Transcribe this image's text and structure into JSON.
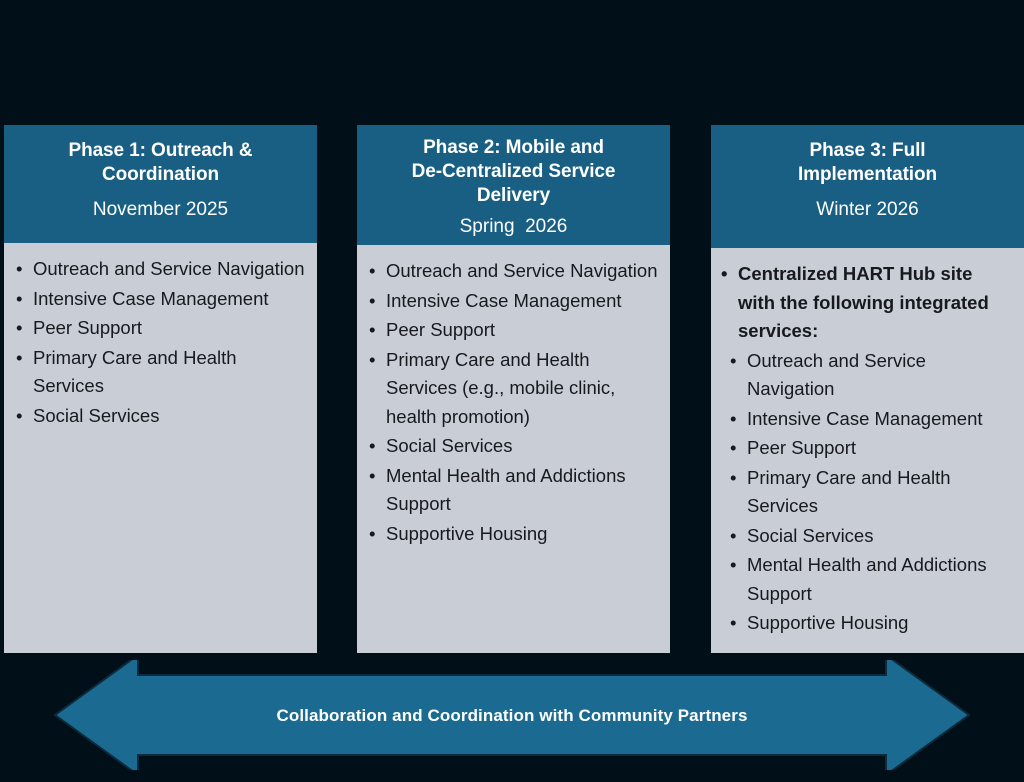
{
  "colors": {
    "background": "#011018",
    "header_blue": "#195F83",
    "card_body": "#C9CED6",
    "arrow_blue": "#1B6A91",
    "text_dark": "#17191D",
    "text_light": "#FFFFFF"
  },
  "phases": [
    {
      "title": "Phase 1: Outreach &\nCoordination",
      "date": "November 2025",
      "items": [
        {
          "text": "Outreach and Service Navigation",
          "bullet": "•",
          "bold": false,
          "nested": false
        },
        {
          "text": "Intensive Case Management",
          "bullet": "•",
          "bold": false,
          "nested": false
        },
        {
          "text": "Peer Support",
          "bullet": "•",
          "bold": false,
          "nested": false
        },
        {
          "text": "Primary Care and Health Services",
          "bullet": "•",
          "bold": false,
          "nested": false
        },
        {
          "text": "Social Services",
          "bullet": "•",
          "bold": false,
          "nested": false
        }
      ]
    },
    {
      "title": "Phase 2: Mobile and\nDe-Centralized Service\nDelivery",
      "date": "Spring  2026",
      "items": [
        {
          "text": "Outreach and Service Navigation",
          "bullet": "•",
          "bold": false,
          "nested": false
        },
        {
          "text": "Intensive Case Management",
          "bullet": "•",
          "bold": false,
          "nested": false
        },
        {
          "text": "Peer Support",
          "bullet": "•",
          "bold": false,
          "nested": false
        },
        {
          "text": "Primary Care and Health Services (e.g., mobile clinic, health promotion)",
          "bullet": "•",
          "bold": false,
          "nested": false
        },
        {
          "text": "Social Services",
          "bullet": "•",
          "bold": false,
          "nested": false
        },
        {
          "text": "Mental Health and Addictions Support",
          "bullet": "•",
          "bold": false,
          "nested": false
        },
        {
          "text": " Supportive Housing",
          "bullet": "•",
          "bold": false,
          "nested": false
        }
      ]
    },
    {
      "title": "Phase 3: Full\nImplementation",
      "date": "Winter 2026",
      "items": [
        {
          "text": "Centralized HART Hub site with the following integrated services:",
          "bullet": "•",
          "bold": true,
          "nested": false
        },
        {
          "text": "Outreach and Service Navigation",
          "bullet": "•",
          "bold": false,
          "nested": true
        },
        {
          "text": "Intensive Case Management",
          "bullet": "•",
          "bold": false,
          "nested": true
        },
        {
          "text": "Peer Support",
          "bullet": "•",
          "bold": false,
          "nested": true
        },
        {
          "text": "Primary Care and Health Services",
          "bullet": "•",
          "bold": false,
          "nested": true
        },
        {
          "text": "Social Services",
          "bullet": "•",
          "bold": false,
          "nested": true
        },
        {
          "text": "Mental Health and Addictions Support",
          "bullet": "•",
          "bold": false,
          "nested": true
        },
        {
          "text": "Supportive Housing",
          "bullet": "•",
          "bold": false,
          "nested": true
        }
      ]
    }
  ],
  "arrow_banner": {
    "label": "Collaboration and Coordination with Community Partners",
    "icon": "double-headed-arrow-icon"
  }
}
